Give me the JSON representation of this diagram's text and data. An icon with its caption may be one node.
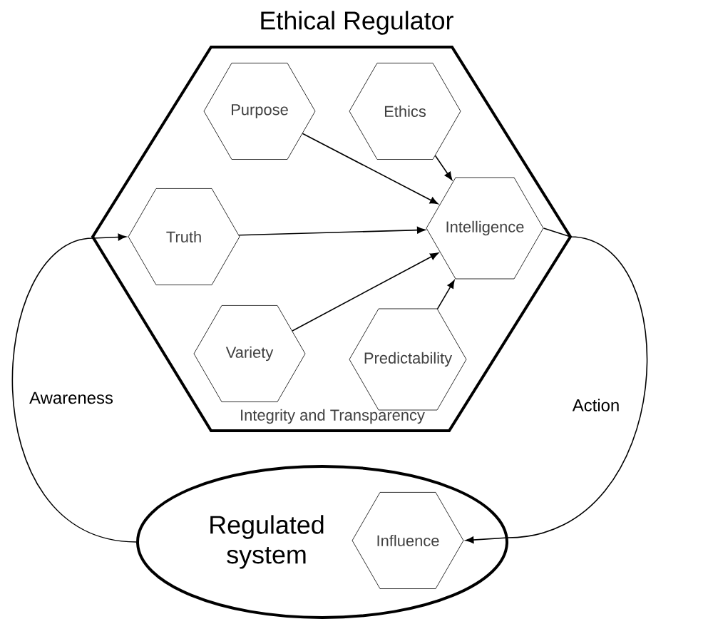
{
  "diagram": {
    "nodes": [
      {
        "text": [
          "Ethical Regulator",
          "Integrity and Transparency"
        ]
      },
      {
        "text": [
          "Purpose"
        ],
        "in": 0
      },
      {
        "text": [
          "Ethics"
        ],
        "in": 0
      },
      {
        "text": [
          "Truth"
        ],
        "in": 0
      },
      {
        "text": [
          "Intelligence"
        ],
        "in": 0
      },
      {
        "text": [
          "Variety"
        ],
        "in": 0
      },
      {
        "text": [
          "Predictability"
        ],
        "in": 0
      },
      {
        "text": [
          "Regulated system"
        ]
      },
      {
        "text": [
          "Influence"
        ],
        "in": 7
      }
    ],
    "edges": [
      {
        "from": 1,
        "to": 4,
        "arrow": "to"
      },
      {
        "from": 2,
        "to": 4,
        "arrow": "to"
      },
      {
        "from": 3,
        "to": 4,
        "arrow": "to"
      },
      {
        "from": 5,
        "to": 4,
        "arrow": "to"
      },
      {
        "from": 6,
        "to": 4,
        "arrow": "to"
      },
      {
        "from": 7,
        "to": 3,
        "arrow": "to",
        "label": "Awareness"
      },
      {
        "from": 4,
        "to": 8,
        "arrow": "to",
        "label": "Action"
      }
    ]
  }
}
